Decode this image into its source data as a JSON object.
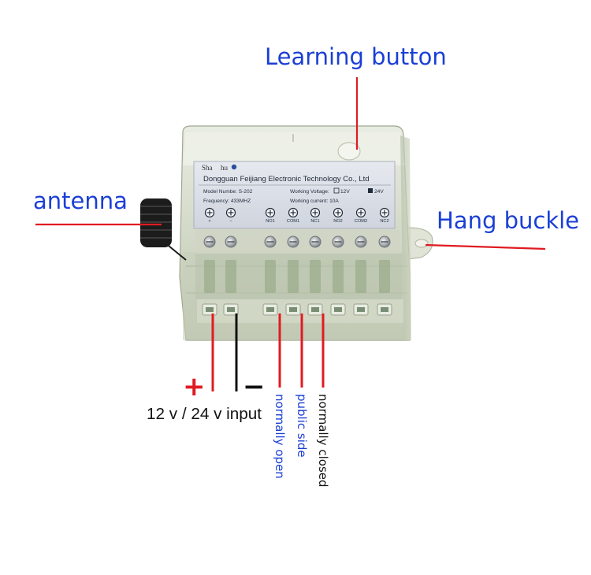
{
  "callouts": {
    "learning_button": "Learning button",
    "antenna": "antenna",
    "hang_buckle": "Hang buckle"
  },
  "plate": {
    "brand_left": "Sha",
    "brand_right": "hu",
    "company": "Dongguan Feijiang Electronic Technology Co., Ltd",
    "model": "Model Numbe:  S-202",
    "voltage": "Working Voltage:",
    "v12": "12V",
    "v24": "24V",
    "frequency": "Frequency:   433MHZ",
    "current": "Working current:   10A",
    "terminals": [
      "+",
      "−",
      "NO1",
      "COM1",
      "NC1",
      "NO2",
      "COM2",
      "NC2"
    ]
  },
  "wiring": {
    "plus": "+",
    "minus": "−",
    "power_input": "12 v / 24 v input",
    "normally_open": "normally open",
    "public_side": "public side",
    "normally_closed": "normally closed"
  },
  "colors": {
    "callout_text": "#1a3fd6",
    "leader_red": "#e01b22",
    "negative_wire": "#111111",
    "plate_bg": "#d8dde6"
  }
}
